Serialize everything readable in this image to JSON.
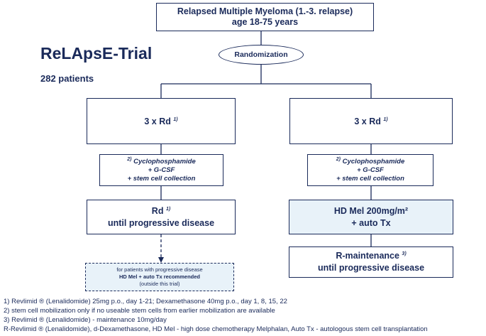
{
  "header": {
    "title_line1": "Relapsed Multiple Myeloma (1.-3. relapse)",
    "title_line2": "age 18-75  years"
  },
  "randomization": "Randomization",
  "trial": {
    "name": "ReLApsE-Trial",
    "patients": "282 patients"
  },
  "left_arm": {
    "induction": "3 x Rd",
    "induction_note": "1)",
    "mobilization_note": "2)",
    "mobilization_line1": "Cyclophosphamide",
    "mobilization_line2": "+ G-CSF",
    "mobilization_line3": "+ stem cell collection",
    "maintenance_line1": "Rd",
    "maintenance_note": "1)",
    "maintenance_line2": "until progressive disease",
    "pd_line1": "for patients with progressive disease",
    "pd_line2": "HD Mel + auto Tx recommended",
    "pd_line3": "(outside this trial)"
  },
  "right_arm": {
    "induction": "3 x Rd",
    "induction_note": "1)",
    "mobilization_note": "2)",
    "mobilization_line1": "Cyclophosphamide",
    "mobilization_line2": "+ G-CSF",
    "mobilization_line3": "+ stem cell collection",
    "transplant_line1": "HD Mel 200mg/m²",
    "transplant_line2": "+ auto Tx",
    "maintenance_line1": "R-maintenance",
    "maintenance_note": "3)",
    "maintenance_line2": "until progressive disease"
  },
  "footnotes": [
    "1) Revlimid ® (Lenalidomide) 25mg p.o., day 1-21; Dexamethasone 40mg p.o., day 1, 8, 15, 22",
    "2) stem cell mobilization only if no useable stem cells from earlier mobilization are available",
    "3) Revlimid ® (Lenalidomide) - maintenance 10mg/day",
    "R-Revlimid ® (Lenalidomide), d-Dexamethasone, HD Mel - high dose chemotherapy Melphalan, Auto Tx - autologous stem cell transplantation"
  ],
  "colors": {
    "ink": "#1a2a5a",
    "highlight_fill": "#e8f2f9"
  }
}
